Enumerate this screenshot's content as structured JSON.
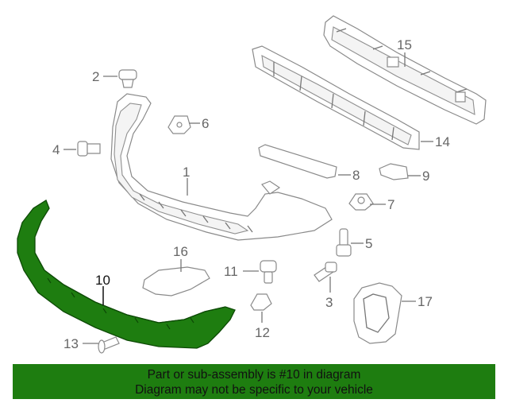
{
  "diagram": {
    "callouts": {
      "c1": "1",
      "c2": "2",
      "c3": "3",
      "c4": "4",
      "c5": "5",
      "c6": "6",
      "c7": "7",
      "c8": "8",
      "c9": "9",
      "c10": "10",
      "c11": "11",
      "c12": "12",
      "c13": "13",
      "c14": "14",
      "c15": "15",
      "c16": "16",
      "c17": "17"
    },
    "highlighted_part": "10",
    "highlight_color": "#1e7d10",
    "line_color": "#8a8a8a"
  },
  "banner": {
    "line1": "Part or sub-assembly is #10 in diagram",
    "line2": "Diagram may not be specific to your vehicle",
    "background": "#1e7d10"
  }
}
